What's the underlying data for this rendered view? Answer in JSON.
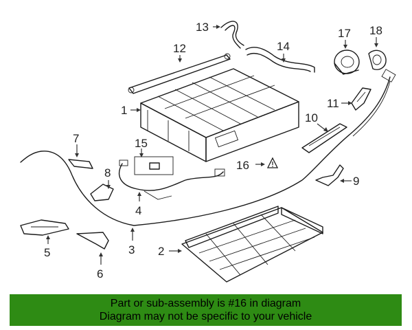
{
  "callouts": {
    "c1": "1",
    "c2": "2",
    "c3": "3",
    "c4": "4",
    "c5": "5",
    "c6": "6",
    "c7": "7",
    "c8": "8",
    "c9": "9",
    "c10": "10",
    "c11": "11",
    "c12": "12",
    "c13": "13",
    "c14": "14",
    "c15": "15",
    "c16": "16",
    "c17": "17",
    "c18": "18"
  },
  "banner": {
    "line1": "Part or sub-assembly is #16 in diagram",
    "line2": "Diagram may not be specific to your vehicle"
  },
  "colors": {
    "banner_bg": "#2e8b14",
    "line": "#1a1a1a"
  },
  "icons": {
    "warning_symbol": "warning-triangle-icon"
  }
}
